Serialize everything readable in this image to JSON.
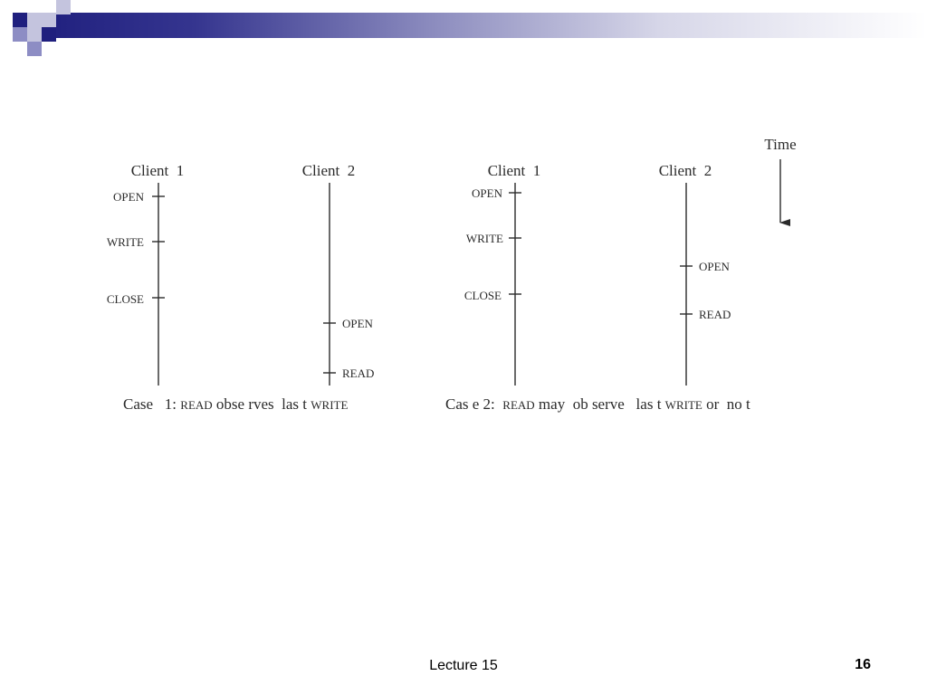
{
  "slide": {
    "footer": "Lecture 15",
    "page_number": "16",
    "accent_color": "#1f1f7e"
  },
  "diagram": {
    "time_label": "Time",
    "case1": {
      "client1_label": "Client  1",
      "client2_label": "Client  2",
      "client1_ops": [
        "OPEN",
        "WRITE",
        "CLOSE"
      ],
      "client2_ops": [
        "OPEN",
        "READ"
      ],
      "caption": {
        "prefix": "Case   1: ",
        "read": "READ",
        "middle": " obse rves  las t ",
        "write": "WRITE",
        "suffix": ""
      }
    },
    "case2": {
      "client1_label": "Client  1",
      "client2_label": "Client  2",
      "client1_ops": [
        "OPEN",
        "WRITE",
        "CLOSE"
      ],
      "client2_ops": [
        "OPEN",
        "READ"
      ],
      "caption": {
        "prefix": "Cas e 2:  ",
        "read": "READ",
        "middle": " may  ob serve   las t ",
        "write": "WRITE",
        "suffix": " or  no t"
      }
    }
  }
}
